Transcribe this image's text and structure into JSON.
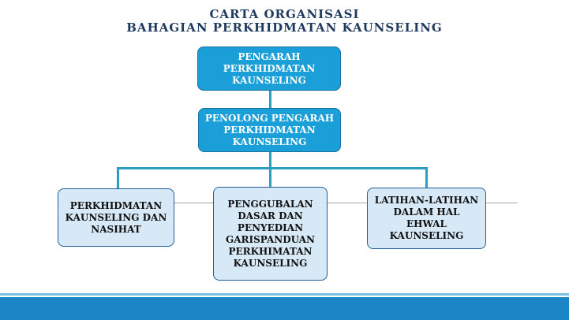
{
  "title": {
    "line1": "CARTA ORGANISASI",
    "line2": "BAHAGIAN PERKHIDMATAN KAUNSELING"
  },
  "nodes": {
    "director": "PENGARAH PERKHIDMATAN KAUNSELING",
    "assistant_director": "PENOLONG PENGARAH PERKHIDMATAN KAUNSELING",
    "unit_services": "PERKHIDMATAN KAUNSELING DAN NASIHAT",
    "unit_policy": "PENGGUBALAN DASAR DAN PENYEDIAN GARISPANDUAN PERKHIMATAN KAUNSELING",
    "unit_training": "LATIHAN-LATIHAN DALAM HAL EHWAL KAUNSELING"
  },
  "colors": {
    "primary_box": "#1b9fd8",
    "secondary_box": "#d7e9f6",
    "connector": "#2c9fc0",
    "title_text": "#1f3a5f",
    "footer_band": "#1a86c6"
  }
}
